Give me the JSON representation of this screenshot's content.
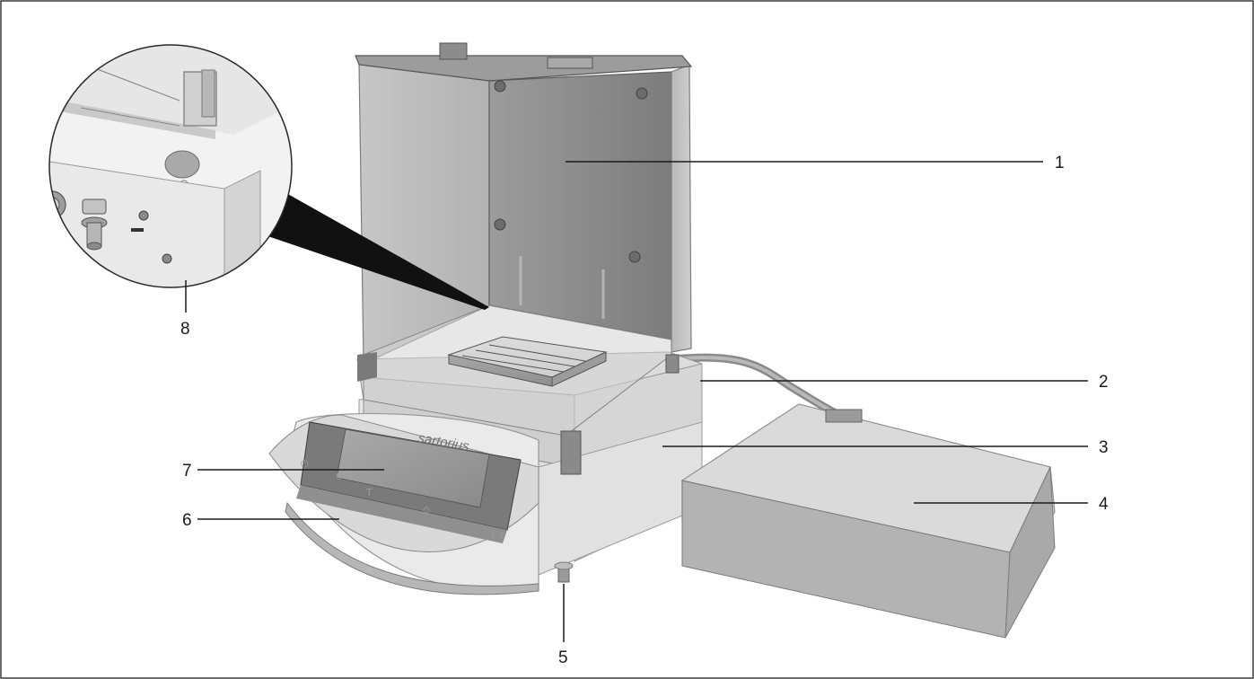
{
  "figure": {
    "brand": "sartorius",
    "keypad_glyphs": [
      "⏻",
      "0",
      "T",
      "⎙",
      "↓↑"
    ],
    "callouts": [
      {
        "id": "1",
        "label": "1"
      },
      {
        "id": "2",
        "label": "2"
      },
      {
        "id": "3",
        "label": "3"
      },
      {
        "id": "4",
        "label": "4"
      },
      {
        "id": "5",
        "label": "5"
      },
      {
        "id": "6",
        "label": "6"
      },
      {
        "id": "7",
        "label": "7"
      },
      {
        "id": "8",
        "label": "8"
      }
    ]
  },
  "colors": {
    "frame": "#3a3a3a",
    "leader": "#1a1a1a",
    "glass": "#bdbdbd",
    "metal_dark": "#8c8c8c",
    "metal_light": "#dedede",
    "body": "#e3e3e3"
  }
}
